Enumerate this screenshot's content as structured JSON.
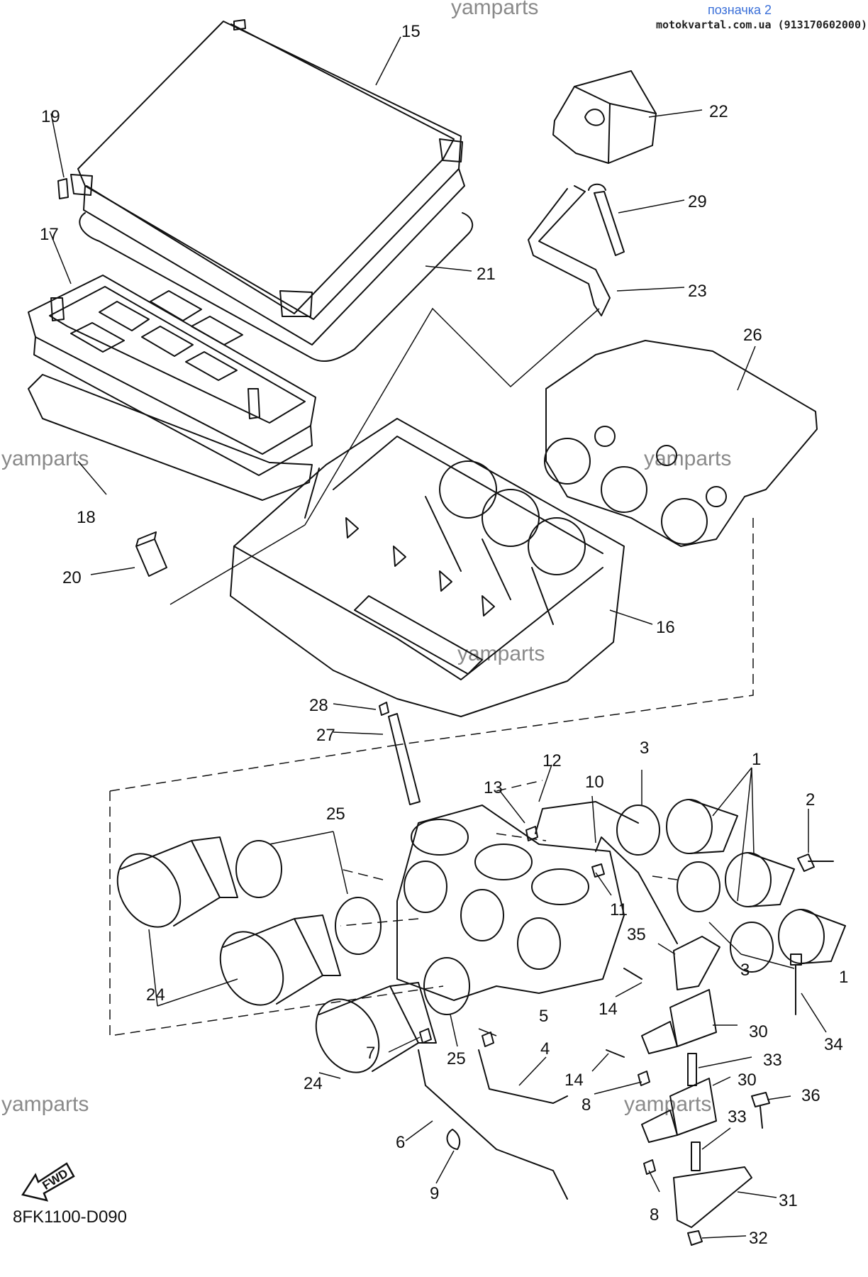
{
  "header": {
    "tag": "позначка 2",
    "source": "motokvartal.com.ua (913170602000)"
  },
  "watermarks": [
    "yamparts",
    "yamparts",
    "yamparts",
    "yamparts",
    "yamparts",
    "yamparts"
  ],
  "diagram_code": "8FK1100-D090",
  "fwd_label": "FWD",
  "callouts": {
    "c15": "15",
    "c19": "19",
    "c17": "17",
    "c21": "21",
    "c18": "18",
    "c20": "20",
    "c22": "22",
    "c29": "29",
    "c23": "23",
    "c26": "26",
    "c16": "16",
    "c28": "28",
    "c27": "27",
    "c12": "12",
    "c13": "13",
    "c10": "10",
    "c3a": "3",
    "c1a": "1",
    "c2": "2",
    "c25a": "25",
    "c11": "11",
    "c35": "35",
    "c3b": "3",
    "c1b": "1",
    "c24a": "24",
    "c14a": "14",
    "c34": "34",
    "c30a": "30",
    "c5": "5",
    "c7": "7",
    "c25b": "25",
    "c4": "4",
    "c33a": "33",
    "c14b": "14",
    "c8a": "8",
    "c30b": "30",
    "c36": "36",
    "c24b": "24",
    "c6": "6",
    "c33b": "33",
    "c9": "9",
    "c31": "31",
    "c8b": "8",
    "c32": "32"
  },
  "colors": {
    "line": "#111111",
    "watermark": "#8a8a8a",
    "tag": "#3a6fd8"
  }
}
